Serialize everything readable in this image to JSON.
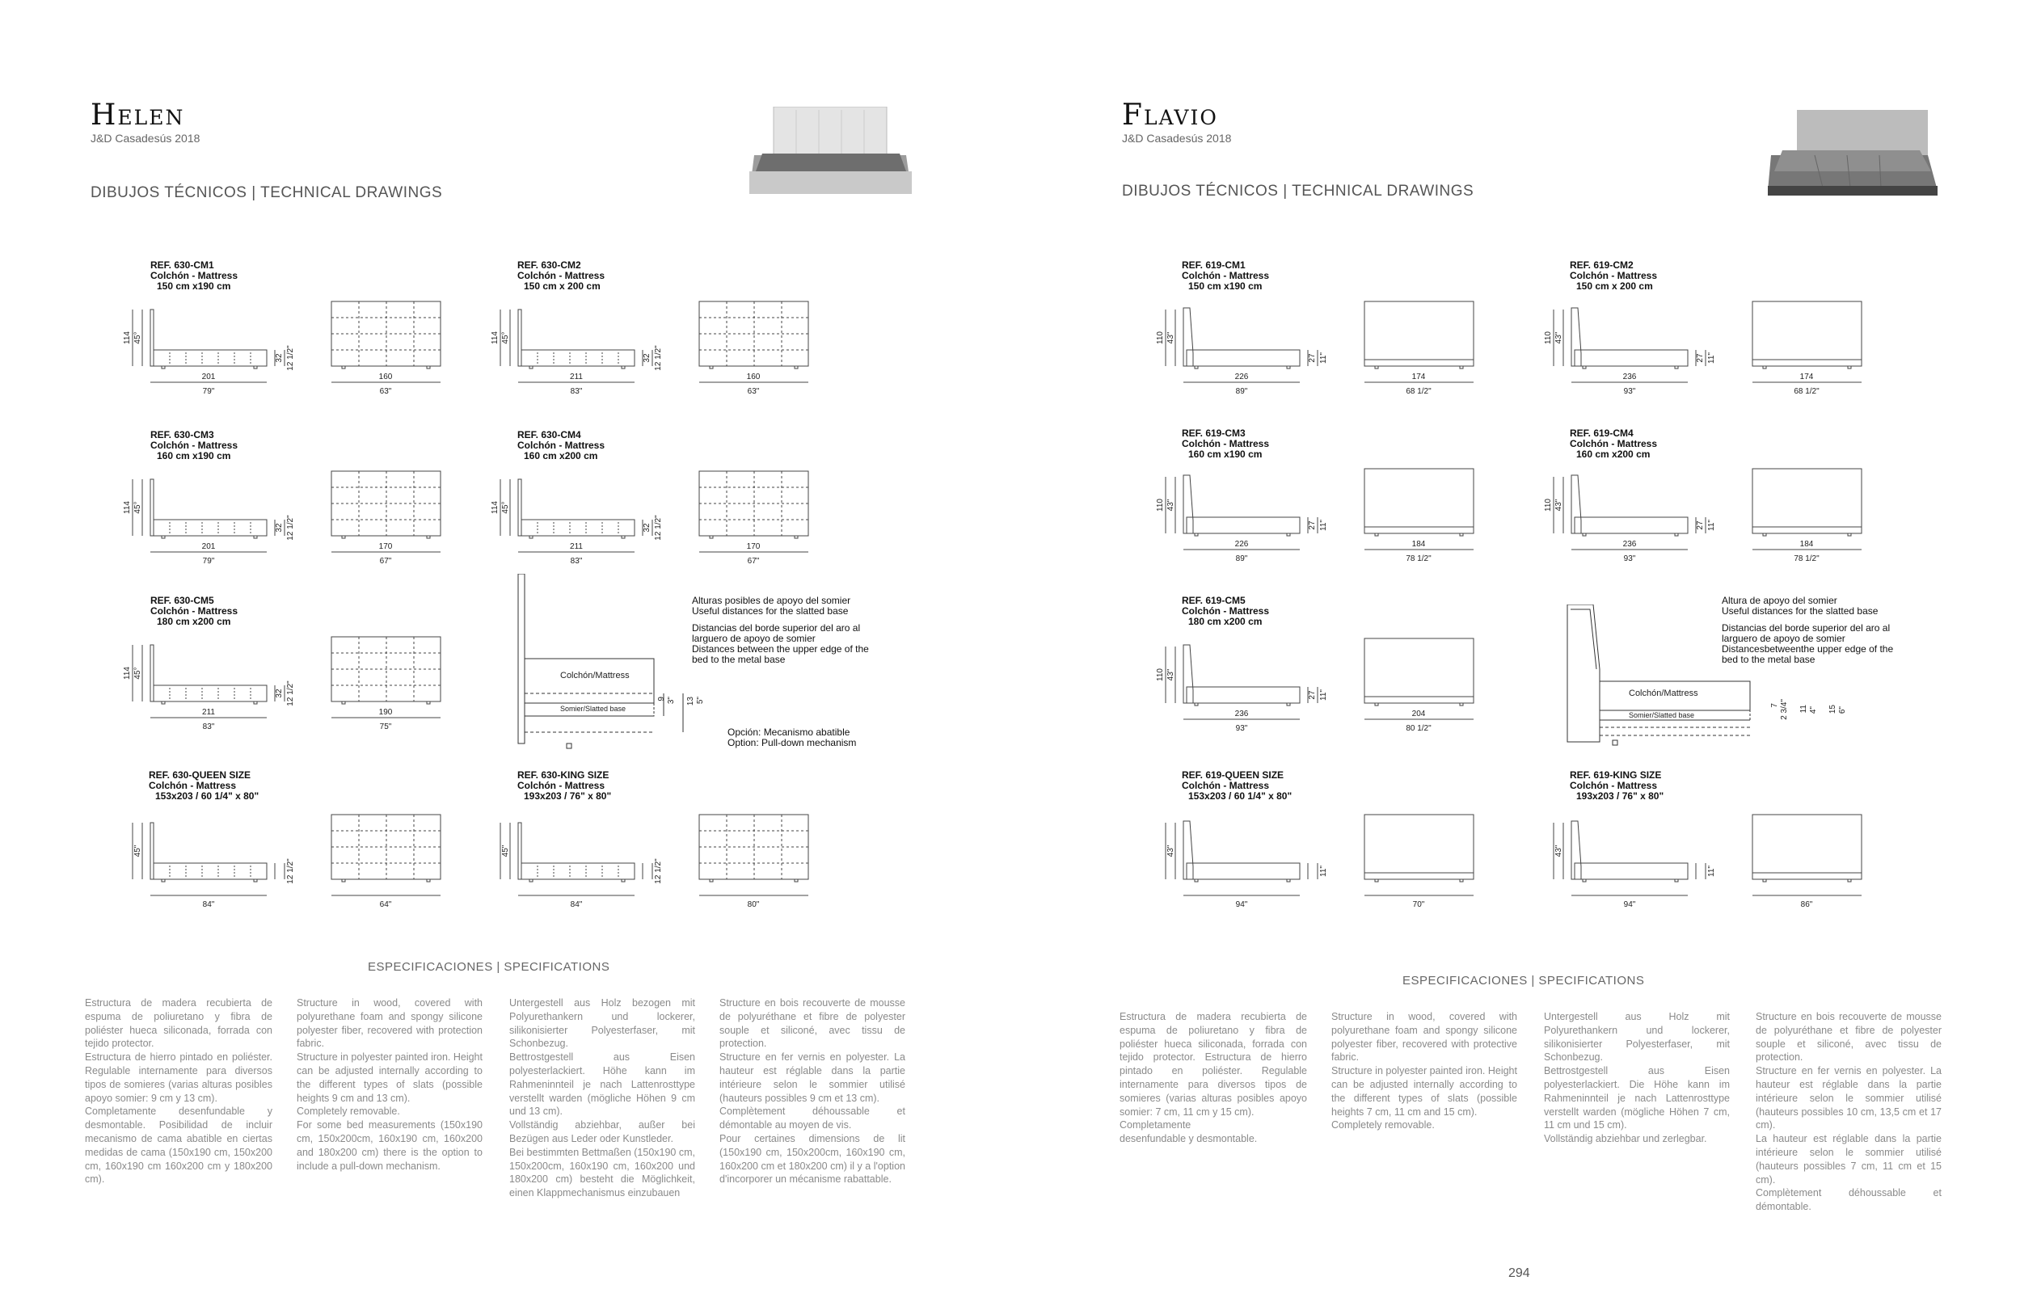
{
  "page_number": "294",
  "helen": {
    "title": "Helen",
    "subtitle": "J&D Casadesús 2018",
    "section": "DIBUJOS TÉCNICOS | TECHNICAL DRAWINGS",
    "refs": [
      {
        "line1": "REF. 630-CM1",
        "line2": "Colchón - Mattress",
        "line3": "150 cm x190 cm",
        "height": "114",
        "angle": "45°",
        "side_h": "32",
        "side_h_in": "12 1/2\"",
        "len": "201",
        "len_in": "79\"",
        "width": "160",
        "width_in": "63\""
      },
      {
        "line1": "REF. 630-CM2",
        "line2": "Colchón - Mattress",
        "line3": "150 cm x 200 cm",
        "height": "114",
        "angle": "45°",
        "side_h": "32",
        "side_h_in": "12 1/2\"",
        "len": "211",
        "len_in": "83\"",
        "width": "160",
        "width_in": "63\""
      },
      {
        "line1": "REF. 630-CM3",
        "line2": "Colchón - Mattress",
        "line3": "160 cm x190 cm",
        "height": "114",
        "angle": "45°",
        "side_h": "32",
        "side_h_in": "12 1/2\"",
        "len": "201",
        "len_in": "79\"",
        "width": "170",
        "width_in": "67\""
      },
      {
        "line1": "REF. 630-CM4",
        "line2": "Colchón - Mattress",
        "line3": "160 cm x200 cm",
        "height": "114",
        "angle": "45°",
        "side_h": "32",
        "side_h_in": "12 1/2\"",
        "len": "211",
        "len_in": "83\"",
        "width": "170",
        "width_in": "67\""
      },
      {
        "line1": "REF. 630-CM5",
        "line2": "Colchón - Mattress",
        "line3": "180 cm x200 cm",
        "height": "114",
        "angle": "45°",
        "side_h": "32",
        "side_h_in": "12 1/2\"",
        "len": "211",
        "len_in": "83\"",
        "width": "190",
        "width_in": "75\""
      },
      {
        "line1": "REF. 630-QUEEN SIZE",
        "line2": "Colchón - Mattress",
        "line3": "153x203 / 60 1/4\" x 80\"",
        "height": "",
        "angle": "45\"",
        "side_h": "",
        "side_h_in": "12 1/2\"",
        "len": "",
        "len_in": "84\"",
        "width": "",
        "width_in": "64\""
      },
      {
        "line1": "REF. 630-KING SIZE",
        "line2": "Colchón - Mattress",
        "line3": "193x203 / 76\" x 80\"",
        "height": "",
        "angle": "45\"",
        "side_h": "",
        "side_h_in": "12 1/2\"",
        "len": "",
        "len_in": "84\"",
        "width": "",
        "width_in": "80\""
      }
    ],
    "detail": {
      "mattress": "Colchón/Mattress",
      "base": "Somier/Slatted base",
      "d1": "9",
      "d1_in": "3\"",
      "d2": "13",
      "d2_in": "5\"",
      "note1": "Alturas  posibles  de  apoyo  del  somier",
      "note2": "Useful  distances  for  the  slatted  base",
      "note3": "Distancias del borde superior del aro al",
      "note4": "larguero de apoyo de somier",
      "note5": "Distances between the upper edge of the",
      "note6": "bed to the metal base",
      "note7": "Opción:  Mecanismo abatible",
      "note8": "Option: Pull-down mechanism"
    },
    "spec_title": "ESPECIFICACIONES   |   SPECIFICATIONS",
    "spec": [
      "Estructura de madera recubierta de espuma de poliuretano y fibra de poliéster hueca siliconada, forrada con tejido protector.\nEstructura de hierro pintado en poliéster. Regulable internamente para diversos tipos de somieres (varias alturas posibles apoyo somier: 9 cm y 13 cm).\nCompletamente desenfundable y desmontable. Posibilidad de incluir mecanismo de cama abatible en ciertas medidas de cama (150x190 cm, 150x200 cm, 160x190 cm 160x200 cm y 180x200 cm).",
      "Structure in wood, covered with polyurethane foam and spongy silicone polyester fiber, recovered with protection fabric.\nStructure in polyester painted iron. Height can be adjusted internally according to the different types of slats (possible heights 9 cm and 13 cm).\nCompletely removable.\nFor some bed measurements (150x190 cm, 150x200cm, 160x190 cm, 160x200 and 180x200 cm) there is the option to include a pull-down mechanism.",
      "Untergestell aus Holz bezogen mit Polyurethankern und lockerer, silikonisierter Polyesterfaser, mit Schonbezug.\nBettrostgestell aus Eisen polyesterlackiert. Höhe kann im Rahmeninnteil je nach Lattenrosttype verstellt warden (mögliche Höhen 9 cm und 13 cm).\nVollständig abziehbar, außer bei Bezügen aus Leder oder Kunstleder.\nBei bestimmten Bettmaßen (150x190 cm, 150x200cm, 160x190 cm, 160x200 und 180x200 cm) besteht die Möglichkeit, einen Klappmechanismus einzubauen",
      "Structure en bois recouverte de mousse de polyuréthane et fibre de polyester souple et siliconé, avec tissu de protection.\nStructure en fer vernis en polyester. La hauteur est réglable dans la partie intérieure selon le sommier utilisé (hauteurs possibles 9 cm et 13 cm).\nComplètement déhoussable et démontable au moyen de vis.\nPour certaines dimensions de lit (150x190 cm, 150x200cm, 160x190 cm, 160x200 cm et 180x200 cm) il y a l'option d'incorporer un mécanisme rabattable."
    ]
  },
  "flavio": {
    "title": "Flavio",
    "subtitle": "J&D Casadesús 2018",
    "section": "DIBUJOS TÉCNICOS | TECHNICAL DRAWINGS",
    "refs": [
      {
        "line1": "REF. 619-CM1",
        "line2": "Colchón - Mattress",
        "line3": "150 cm x190 cm",
        "height": "110",
        "angle": "43\"",
        "side_h": "27",
        "side_h_in": "11\"",
        "len": "226",
        "len_in": "89\"",
        "width": "174",
        "width_in": "68 1/2\""
      },
      {
        "line1": "REF. 619-CM2",
        "line2": "Colchón - Mattress",
        "line3": "150 cm x 200 cm",
        "height": "110",
        "angle": "43\"",
        "side_h": "27",
        "side_h_in": "11\"",
        "len": "236",
        "len_in": "93\"",
        "width": "174",
        "width_in": "68 1/2\""
      },
      {
        "line1": "REF. 619-CM3",
        "line2": "Colchón - Mattress",
        "line3": "160 cm x190 cm",
        "height": "110",
        "angle": "43\"",
        "side_h": "27",
        "side_h_in": "11\"",
        "len": "226",
        "len_in": "89\"",
        "width": "184",
        "width_in": "78 1/2\""
      },
      {
        "line1": "REF. 619-CM4",
        "line2": "Colchón - Mattress",
        "line3": "160 cm x200 cm",
        "height": "110",
        "angle": "43\"",
        "side_h": "27",
        "side_h_in": "11\"",
        "len": "236",
        "len_in": "93\"",
        "width": "184",
        "width_in": "78 1/2\""
      },
      {
        "line1": "REF. 619-CM5",
        "line2": "Colchón - Mattress",
        "line3": "180 cm x200 cm",
        "height": "110",
        "angle": "43\"",
        "side_h": "27",
        "side_h_in": "11\"",
        "len": "236",
        "len_in": "93\"",
        "width": "204",
        "width_in": "80 1/2\""
      },
      {
        "line1": "REF. 619-QUEEN SIZE",
        "line2": "Colchón - Mattress",
        "line3": "153x203 / 60 1/4\" x 80\"",
        "height": "",
        "angle": "43\"",
        "side_h": "",
        "side_h_in": "11\"",
        "len": "",
        "len_in": "94\"",
        "width": "",
        "width_in": "70\""
      },
      {
        "line1": "REF. 619-KING SIZE",
        "line2": "Colchón - Mattress",
        "line3": "193x203 / 76\" x 80\"",
        "height": "",
        "angle": "43\"",
        "side_h": "",
        "side_h_in": "11\"",
        "len": "",
        "len_in": "94\"",
        "width": "",
        "width_in": "86\""
      }
    ],
    "detail": {
      "mattress": "Colchón/Mattress",
      "base": "Somier/Slatted base",
      "d1": "7",
      "d1_in": "2 3/4\"",
      "d2": "11",
      "d2_in": "4\"",
      "d3": "15",
      "d3_in": "6\"",
      "note1": "Altura de apoyo del somier",
      "note2": "Useful  distances  for  the  slatted  base",
      "note3": "Distancias del borde superior del aro al",
      "note4": "larguero de apoyo de somier",
      "note5": "Distancesbetweenthe upper edge of the",
      "note6": "bed to the metal base"
    },
    "spec_title": "ESPECIFICACIONES   |   SPECIFICATIONS",
    "spec": [
      "Estructura de madera recubierta de espuma de poliuretano y fibra de poliéster hueca siliconada, forrada con tejido protector. Estructura de hierro pintado en poliéster. Regulable internamente para diversos tipos de somieres (varias alturas posibles apoyo somier: 7 cm, 11 cm y 15 cm).\nCompletamente\ndesenfundable y desmontable.",
      "Structure in wood, covered with polyurethane foam and spongy silicone polyester fiber, recovered with protective fabric.\nStructure in polyester painted iron. Height can be adjusted internally according to the different types of slats (possible heights 7 cm, 11 cm and 15 cm).\nCompletely removable.",
      "Untergestell aus Holz mit Polyurethankern und lockerer, silikonisierter Polyesterfaser, mit Schonbezug.\nBettrostgestell aus Eisen polyesterlackiert. Die Höhe kann im Rahmeninnteil je nach Lattenrosttype verstellt warden (mögliche Höhen 7 cm, 11 cm und 15 cm).\nVollständig abziehbar und zerlegbar.",
      "Structure en bois recouverte de mousse de polyuréthane et fibre de polyester souple et siliconé, avec tissu de protection.\nStructure en fer vernis en polyester. La hauteur est réglable dans la partie intérieure selon le sommier utilisé (hauteurs possibles 10 cm, 13,5 cm et 17 cm).\nLa hauteur est réglable dans la partie intérieure selon le sommier utilisé (hauteurs possibles 7 cm, 11 cm et 15 cm).\nComplètement déhoussable et démontable."
    ]
  }
}
